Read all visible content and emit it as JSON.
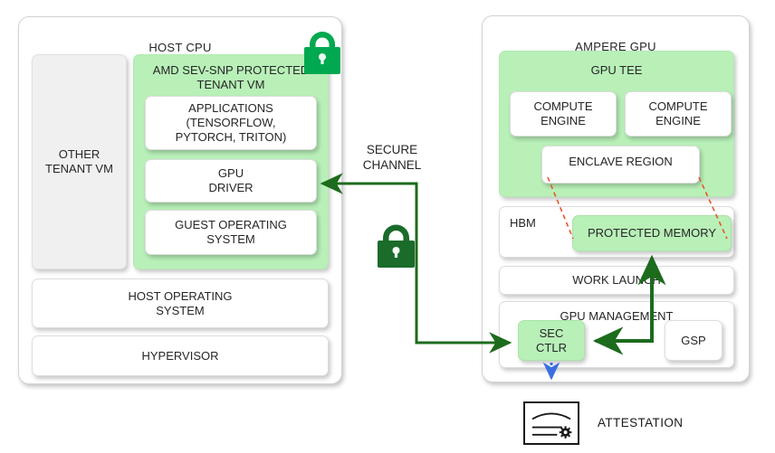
{
  "diagram": {
    "title_host": "HOST CPU",
    "title_gpu": "AMPERE GPU",
    "secure_channel_line1": "SECURE",
    "secure_channel_line2": "CHANNEL",
    "attestation_label": "ATTESTATION"
  },
  "host_cpu": {
    "label": "HOST CPU",
    "other_tenant_vm": {
      "line1": "OTHER",
      "line2": "TENANT VM"
    },
    "protected_vm": {
      "line1": "AMD SEV-SNP PROTECTED",
      "line2": "TENANT VM",
      "children": [
        {
          "name": "applications",
          "line1": "APPLICATIONS",
          "line2": "(TENSORFLOW,",
          "line3": "PYTORCH, TRITON)"
        },
        {
          "name": "gpu-driver",
          "line1": "GPU",
          "line2": "DRIVER",
          "line3": ""
        },
        {
          "name": "guest-os",
          "line1": "GUEST OPERATING",
          "line2": "SYSTEM",
          "line3": ""
        }
      ]
    },
    "host_os": {
      "line1": "HOST OPERATING",
      "line2": "SYSTEM"
    },
    "hypervisor": {
      "line1": "HYPERVISOR",
      "line2": ""
    }
  },
  "ampere_gpu": {
    "label": "AMPERE GPU",
    "gpu_tee": {
      "label": "GPU TEE",
      "compute_engine_1": {
        "line1": "COMPUTE",
        "line2": "ENGINE"
      },
      "compute_engine_2": {
        "line1": "COMPUTE",
        "line2": "ENGINE"
      },
      "enclave_region": {
        "line1": "ENCLAVE REGION"
      }
    },
    "hbm": {
      "label": "HBM",
      "protected_memory": "PROTECTED MEMORY"
    },
    "work_launch": {
      "label": "WORK LAUNCH"
    },
    "gpu_management": {
      "label": "GPU MANAGEMENT",
      "sec_ctlr": {
        "line1": "SEC",
        "line2": "CTLR"
      },
      "gsp": {
        "line1": "GSP"
      }
    }
  },
  "icons": {
    "lock_top": "lock-icon",
    "lock_channel": "lock-icon",
    "attestation": "attestation-report-icon"
  },
  "colors": {
    "green_fill": "#b8f0b8",
    "grey_fill": "#f0f0f0",
    "white_fill": "#ffffff",
    "lock_bright_green": "#00a94f",
    "lock_dark_green": "#1b6b2b",
    "arrow_green": "#1d6b1d",
    "dashed_orange": "#e8562a",
    "dotted_blue": "#3a6fe0",
    "text": "#262626"
  }
}
